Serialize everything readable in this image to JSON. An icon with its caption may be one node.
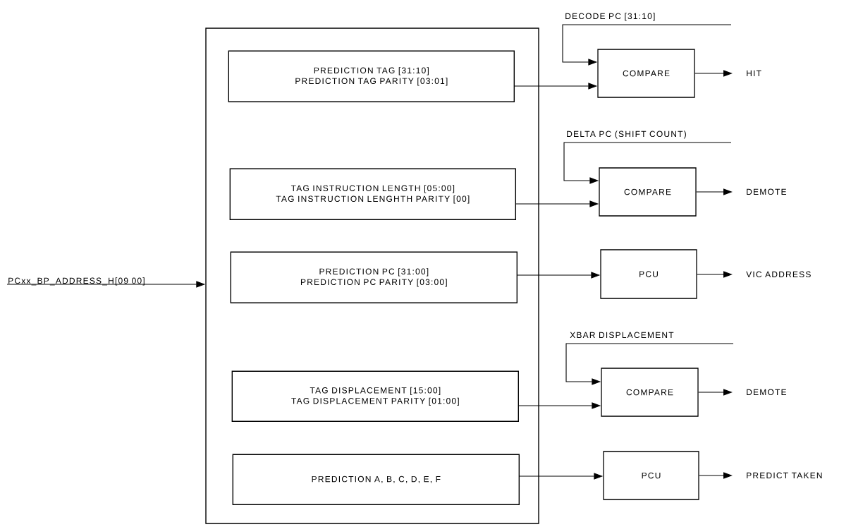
{
  "diagram": {
    "nodes": [
      {
        "text": [],
        "shape": "box"
      },
      {
        "text": [
          "PREDICTION TAG [31:10]",
          "PREDICTION TAG PARITY [03:01]"
        ],
        "in": 0
      },
      {
        "text": [
          "TAG INSTRUCTION LENGTH [05:00]",
          "TAG INSTRUCTION LENGHTH PARITY [00]"
        ],
        "in": 0
      },
      {
        "text": [
          "PREDICTION PC [31:00]",
          "PREDICTION PC PARITY [03:00]"
        ],
        "in": 0
      },
      {
        "text": [
          "TAG DISPLACEMENT [15:00]",
          "TAG DISPLACEMENT PARITY [01:00]"
        ],
        "in": 0
      },
      {
        "text": [
          "PREDICTION A, B, C, D, E, F"
        ],
        "in": 0
      },
      {
        "text": [
          "PCxx_BP_ADDRESS_H[09 00]"
        ]
      },
      {
        "text": [
          "COMPARE"
        ]
      },
      {
        "text": [
          "COMPARE"
        ]
      },
      {
        "text": [
          "PCU"
        ]
      },
      {
        "text": [
          "COMPARE"
        ]
      },
      {
        "text": [
          "PCU"
        ]
      },
      {
        "text": [
          "HIT"
        ]
      },
      {
        "text": [
          "DEMOTE"
        ]
      },
      {
        "text": [
          "VIC ADDRESS"
        ]
      },
      {
        "text": [
          "DEMOTE"
        ]
      },
      {
        "text": [
          "PREDICT TAKEN"
        ]
      }
    ],
    "edges": [
      {
        "from": 6,
        "to": 0,
        "arrow": "to"
      },
      {
        "from": 1,
        "to": 7,
        "arrow": "to"
      },
      {
        "from": 2,
        "to": 8,
        "arrow": "to"
      },
      {
        "from": 3,
        "to": 9,
        "arrow": "to"
      },
      {
        "from": 4,
        "to": 10,
        "arrow": "to"
      },
      {
        "from": 5,
        "to": 11,
        "arrow": "to"
      },
      {
        "from": 7,
        "to": 12,
        "arrow": "to"
      },
      {
        "from": 8,
        "to": 13,
        "arrow": "to"
      },
      {
        "from": 9,
        "to": 14,
        "arrow": "to"
      },
      {
        "from": 10,
        "to": 15,
        "arrow": "to"
      },
      {
        "from": 11,
        "to": 16,
        "arrow": "to"
      },
      {
        "from": null,
        "to": 7,
        "arrow": "to",
        "label": "DECODE PC [31:10]"
      },
      {
        "from": null,
        "to": 8,
        "arrow": "to",
        "label": "DELTA PC (SHIFT COUNT)"
      },
      {
        "from": null,
        "to": 10,
        "arrow": "to",
        "label": "XBAR DISPLACEMENT"
      }
    ]
  }
}
